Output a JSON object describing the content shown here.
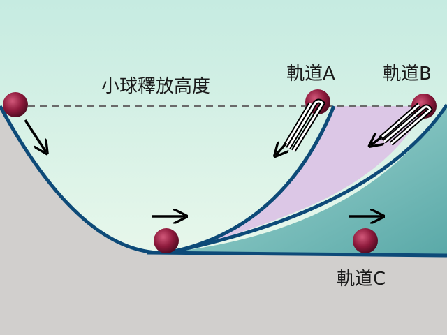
{
  "labels": {
    "release_height": "小球釋放高度",
    "track_a": "軌道A",
    "track_b": "軌道B",
    "track_c": "軌道C"
  },
  "colors": {
    "sky_top": "#c6ebe1",
    "sky_bottom": "#f2fbee",
    "ground": "#d1cfcd",
    "track_line": "#0d4a78",
    "region_between_a_b": "#dcc7e6",
    "region_below_b": "#6fb8b6",
    "ball": "#8e1a3c",
    "dashed_line": "#6a6a6a",
    "arrow": "#000000"
  },
  "icons": {
    "ball": "red-ball",
    "motion_arrow": "arrow"
  }
}
